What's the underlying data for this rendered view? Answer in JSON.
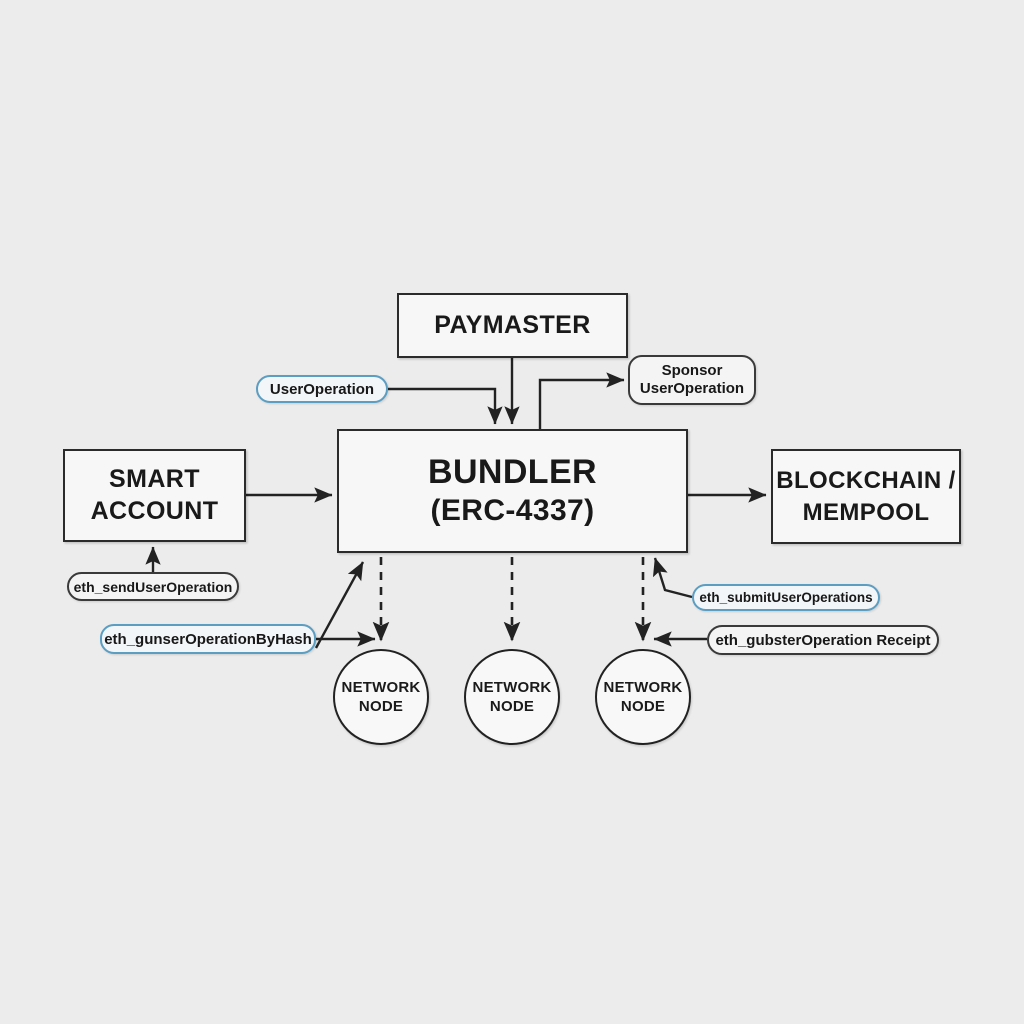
{
  "diagram": {
    "title": "ERC-4337 Bundler Architecture",
    "background_color": "#ececed",
    "stroke_color": "#2b2b2b",
    "accent_color": "#5c9dc2",
    "box_fill": "#f7f7f7"
  },
  "boxes": {
    "paymaster": {
      "label": "PAYMASTER"
    },
    "bundler": {
      "label_main": "BUNDLER",
      "label_sub": "(ERC-4337)"
    },
    "smart_account": {
      "line1": "SMART",
      "line2": "ACCOUNT"
    },
    "blockchain": {
      "line1": "BLOCKCHAIN /",
      "line2": "MEMPOOL"
    }
  },
  "nodes": [
    {
      "line1": "NETWORK",
      "line2": "NODE"
    },
    {
      "line1": "NETWORK",
      "line2": "NODE"
    },
    {
      "line1": "NETWORK",
      "line2": "NODE"
    }
  ],
  "pills": {
    "useroperation": {
      "label": "UserOperation",
      "style": "blue"
    },
    "sponsor_useroperation": {
      "line1": "Sponsor",
      "line2": "UserOperation",
      "style": "gray"
    },
    "eth_send_user_operation": {
      "label": "eth_sendUserOperation",
      "style": "gray"
    },
    "eth_get_user_operation_by_hash": {
      "label": "eth_gunserOperationByHash",
      "style": "blue"
    },
    "eth_submit_user_operations": {
      "label": "eth_submitUserOperations",
      "style": "blue"
    },
    "eth_get_user_operation_receipt": {
      "label": "eth_gubsterOperation Receipt",
      "style": "gray"
    }
  }
}
